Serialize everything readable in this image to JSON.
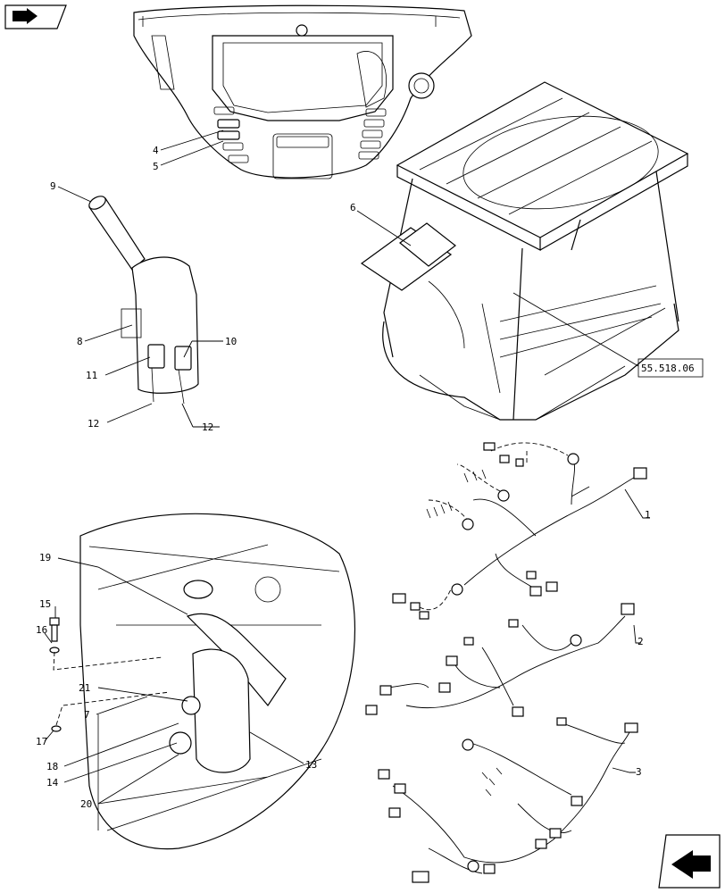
{
  "callouts": {
    "c1": "1",
    "c2": "2",
    "c3": "3",
    "c4": "4",
    "c5": "5",
    "c6": "6",
    "c7": "7",
    "c8": "8",
    "c9": "9",
    "c10": "10",
    "c11": "11",
    "c12a": "12",
    "c12b": "12",
    "c13": "13",
    "c14": "14",
    "c15": "15",
    "c16": "16",
    "c17": "17",
    "c18": "18",
    "c19": "19",
    "c20": "20",
    "c21": "21"
  },
  "reference_box": "55.518.06",
  "icons": {
    "top_left": "previous-page-icon",
    "bottom_right": "next-page-icon"
  }
}
